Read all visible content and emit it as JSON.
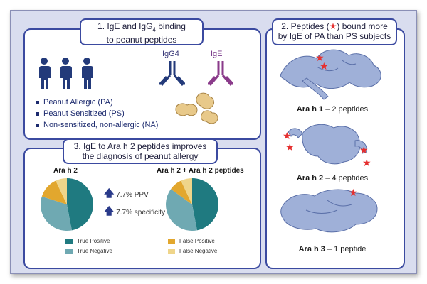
{
  "panel1": {
    "title_line1": "1.   IgE and IgG",
    "title_sub": "4",
    "title_line1_end": " binding",
    "title_line2": "to peanut peptides",
    "antibody_labels": [
      "IgG4",
      "IgE"
    ],
    "groups": [
      "Peanut Allergic (PA)",
      "Peanut Sensitized (PS)",
      "Non-sensitized, non-allergic (NA)"
    ]
  },
  "panel2": {
    "title_line1_pre": "2.  Peptides (",
    "title_line1_post": ") bound more",
    "title_line2": "by IgE of PA than PS subjects",
    "proteins": [
      {
        "name": "Ara h 1",
        "detail": " – 2 peptides"
      },
      {
        "name": "Ara h 2",
        "detail": " – 4 peptides"
      },
      {
        "name": "Ara h 3",
        "detail": " – 1 peptide"
      }
    ]
  },
  "panel3": {
    "title_line1": "3. IgE to Ara h 2 peptides improves",
    "title_line2": "the diagnosis of peanut allergy",
    "pie_titles": [
      "Ara h 2",
      "Ara h 2 + Ara h 2 peptides"
    ],
    "improvements": [
      "7.7% PPV",
      "7.7% specificity"
    ],
    "legend": [
      "True Positive",
      "True Negative",
      "False Positive",
      "False Negative"
    ]
  },
  "colors": {
    "true_positive": "#1f7a80",
    "true_negative": "#6fa9b2",
    "false_positive": "#e2a72e",
    "false_negative": "#efd58a",
    "accent_blue": "#3b4aa0",
    "star_red": "#e53030",
    "arrow": "#2a3a8a"
  },
  "chart_data": [
    {
      "type": "pie",
      "title": "Ara h 2",
      "categories": [
        "True Positive",
        "True Negative",
        "False Positive",
        "False Negative"
      ],
      "values": [
        47,
        33,
        13,
        7
      ]
    },
    {
      "type": "pie",
      "title": "Ara h 2 + Ara h 2 peptides",
      "categories": [
        "True Positive",
        "True Negative",
        "False Positive",
        "False Negative"
      ],
      "values": [
        47,
        38,
        8,
        7
      ]
    }
  ]
}
